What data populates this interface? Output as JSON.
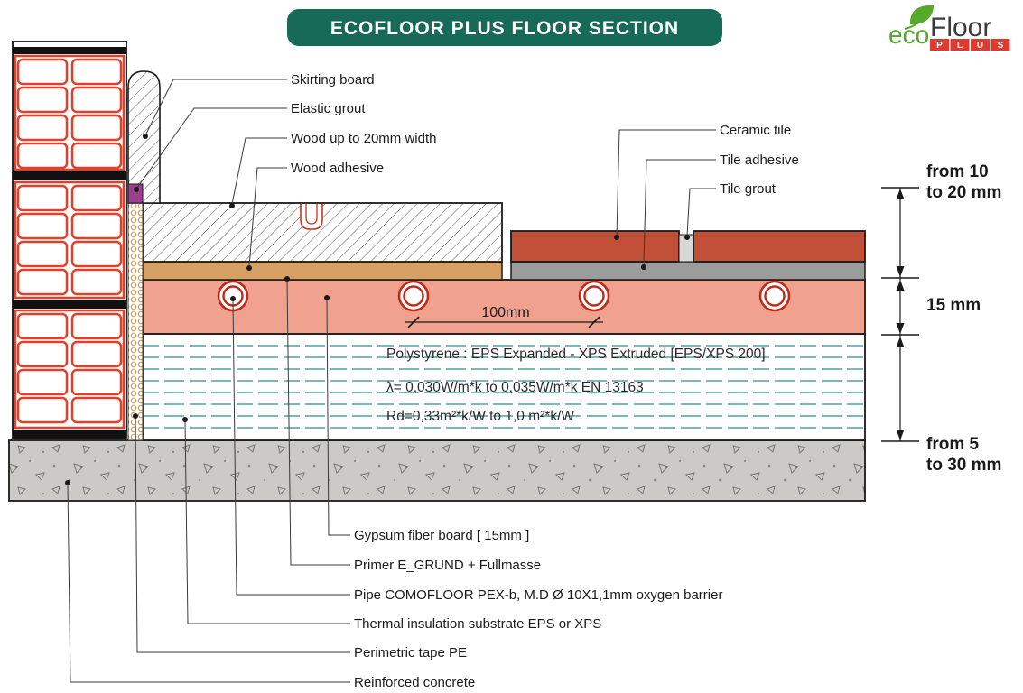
{
  "title": "ECOFLOOR PLUS FLOOR SECTION",
  "logo": {
    "eco": "eco",
    "floor": "Floor",
    "plus": [
      "P",
      "L",
      "U",
      "S"
    ]
  },
  "callouts": {
    "skirting": "Skirting board",
    "elastic_grout": "Elastic grout",
    "wood": "Wood up to 20mm width",
    "wood_adhesive": "Wood adhesive",
    "ceramic_tile": "Ceramic tile",
    "tile_adhesive": "Tile adhesive",
    "tile_grout": "Tile grout",
    "gypsum": "Gypsum fiber board [ 15mm ]",
    "primer": "Primer  E_GRUND + Fullmasse",
    "pipe": "Pipe COMOFLOOR PEX-b, M.D Ø 10X1,1mm oxygen barrier",
    "thermal": "Thermal insulation substrate EPS or XPS",
    "tape": "Perimetric tape PE",
    "concrete": "Reinforced concrete"
  },
  "insulation": {
    "line1": "Polystyrene :  EPS Expanded - XPS Extruded [EPS/XPS 200]",
    "line2": "λ= 0,030W/m*k  to  0,035W/m*k  EN 13163",
    "line3": "Rd=0,33m²*k/W  to  1,0 m²*k/W"
  },
  "dimensions": {
    "covering_line1": "from 10",
    "covering_line2": "to 20 mm",
    "screed": "15 mm",
    "insulation_line1": "from 5",
    "insulation_line2": "to 30 mm",
    "pipe_spacing": "100mm"
  },
  "colors": {
    "banner": "#186a58",
    "tile": "#c05038",
    "tile_grout": "#d8d8d8",
    "screed": "#f0a28e",
    "adhesive_gray": "#9c9c9c",
    "wood_adhesive": "#d8a164",
    "grout_purple": "#9c3f8f",
    "brick_red": "#e2402a",
    "pipe_red": "#c02a1a",
    "insulation_dash": "#2f8e8e",
    "logo_green": "#55a829",
    "logo_red": "#e03a2f"
  }
}
